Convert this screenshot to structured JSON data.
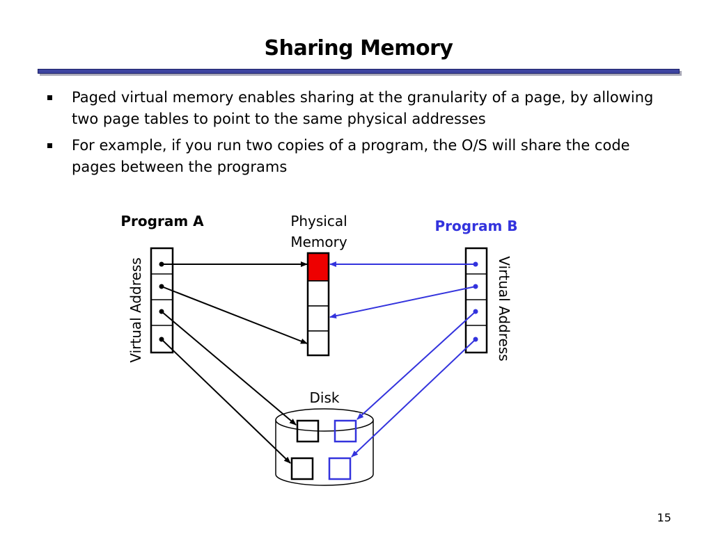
{
  "slide": {
    "title": "Sharing Memory",
    "page_number": "15"
  },
  "bullets": [
    "Paged virtual memory enables sharing at the granularity of a page, by allowing two page tables to point to the same physical addresses",
    "For example, if you run two copies of a program, the O/S will share the code pages between the programs"
  ],
  "diagram": {
    "program_a_label": "Program A",
    "program_b_label": "Program B",
    "physical_memory_line1": "Physical",
    "physical_memory_line2": "Memory",
    "virtual_address_left": "Virtual Address",
    "virtual_address_right": "Virtual Address",
    "disk_label": "Disk",
    "colors": {
      "program_a": "#000000",
      "program_b": "#3333dd",
      "shared_page": "#ee0000"
    }
  }
}
